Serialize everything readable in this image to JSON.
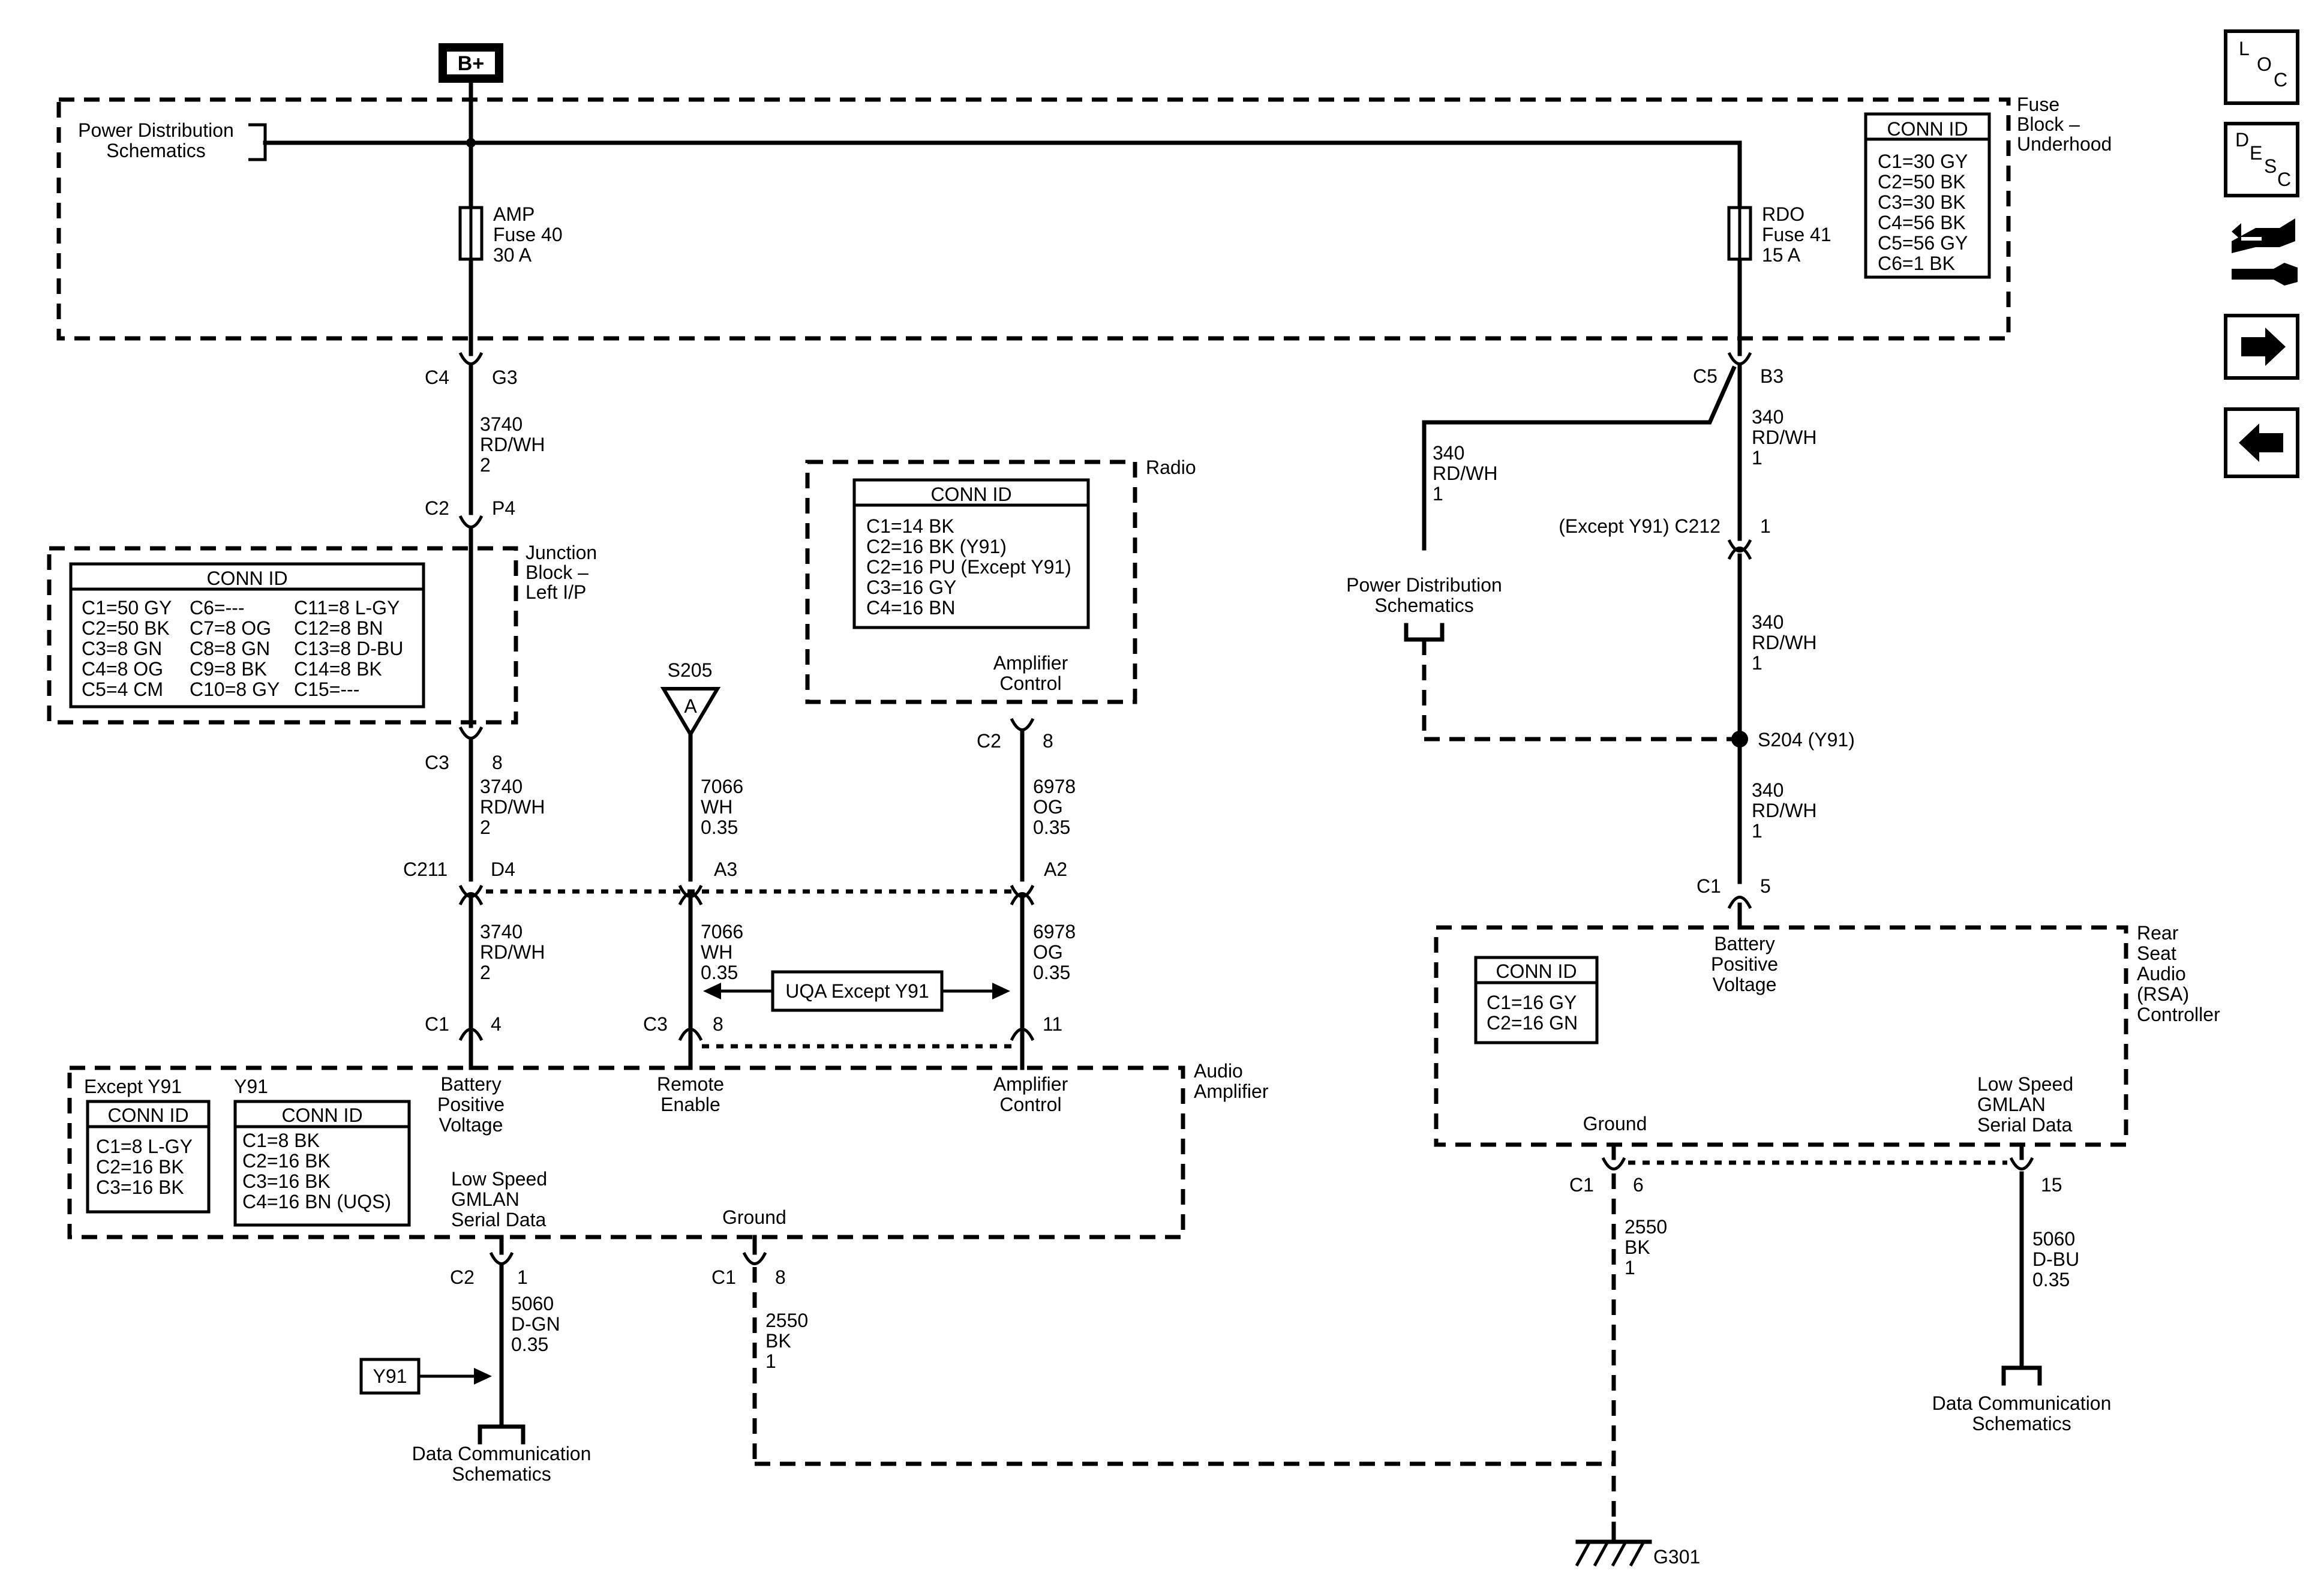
{
  "power": {
    "bplus": "B+"
  },
  "fuse_block": {
    "label": [
      "Fuse",
      "Block –",
      "Underhood"
    ],
    "pds": [
      "Power Distribution",
      "Schematics"
    ],
    "amp_fuse": [
      "AMP",
      "Fuse 40",
      "30 A"
    ],
    "rdo_fuse": [
      "RDO",
      "Fuse 41",
      "15 A"
    ],
    "conn_title": "CONN ID",
    "conn": [
      "C1=30 GY",
      "C2=50 BK",
      "C3=30 BK",
      "C4=56 BK",
      "C5=56 GY",
      "C6=1 BK"
    ]
  },
  "junction_block": {
    "label": [
      "Junction",
      "Block –",
      "Left I/P"
    ],
    "conn_title": "CONN ID",
    "col1": [
      "C1=50 GY",
      "C2=50 BK",
      "C3=8 GN",
      "C4=8 OG",
      "C5=4 CM"
    ],
    "col2": [
      "C6=---",
      "C7=8 OG",
      "C8=8 GN",
      "C9=8 BK",
      "C10=8 GY"
    ],
    "col3": [
      "C11=8 L-GY",
      "C12=8 BN",
      "C13=8 D-BU",
      "C14=8 BK",
      "C15=---"
    ]
  },
  "radio": {
    "label": "Radio",
    "conn_title": "CONN ID",
    "conn": [
      "C1=14 BK",
      "C2=16 BK (Y91)",
      "C2=16 PU (Except Y91)",
      "C3=16 GY",
      "C4=16 BN"
    ],
    "pin_label": [
      "Amplifier",
      "Control"
    ]
  },
  "amplifier": {
    "label": [
      "Audio",
      "Amplifier"
    ],
    "except_y91": "Except Y91",
    "y91": "Y91",
    "conn_title": "CONN ID",
    "conn_except": [
      "C1=8 L-GY",
      "C2=16 BK",
      "C3=16 BK"
    ],
    "conn_y91": [
      "C1=8 BK",
      "C2=16 BK",
      "C3=16 BK",
      "C4=16 BN (UQS)"
    ],
    "pin_batt": [
      "Battery",
      "Positive",
      "Voltage"
    ],
    "pin_remote": [
      "Remote",
      "Enable"
    ],
    "pin_ampctl": [
      "Amplifier",
      "Control"
    ],
    "pin_lsgm": [
      "Low Speed",
      "GMLAN",
      "Serial Data"
    ],
    "pin_ground": "Ground"
  },
  "rsa": {
    "label": [
      "Rear",
      "Seat",
      "Audio",
      "(RSA)",
      "Controller"
    ],
    "conn_title": "CONN ID",
    "conn": [
      "C1=16 GY",
      "C2=16 GN"
    ],
    "pin_batt": [
      "Battery",
      "Positive",
      "Voltage"
    ],
    "pin_ground": "Ground",
    "pin_lsgm": [
      "Low Speed",
      "GMLAN",
      "Serial Data"
    ]
  },
  "connectors": {
    "c4": "C4",
    "g3": "G3",
    "c2_p4": "C2",
    "p4": "P4",
    "c3_8": "C3",
    "n8": "8",
    "c211": "C211",
    "d4": "D4",
    "a3": "A3",
    "a2": "A2",
    "amp_c1": "C1",
    "n4": "4",
    "amp_c3": "C3",
    "n8b": "8",
    "n11": "11",
    "radio_c2": "C2",
    "radio_8": "8",
    "amp_c2": "C2",
    "n1": "1",
    "amp_c1g": "C1",
    "n8g": "8",
    "c5": "C5",
    "b3": "B3",
    "c212": "(Except Y91) C212",
    "c212_1": "1",
    "s204": "S204 (Y91)",
    "rsa_c1": "C1",
    "rsa_5": "5",
    "rsa_c1g": "C1",
    "rsa_6": "6",
    "rsa_15": "15",
    "s205": "S205",
    "s205_letter": "A",
    "g301": "G301"
  },
  "wires": {
    "w3740a": [
      "3740",
      "RD/WH",
      "2"
    ],
    "w3740b": [
      "3740",
      "RD/WH",
      "2"
    ],
    "w3740c": [
      "3740",
      "RD/WH",
      "2"
    ],
    "w7066a": [
      "7066",
      "WH",
      "0.35"
    ],
    "w7066b": [
      "7066",
      "WH",
      "0.35"
    ],
    "w6978a": [
      "6978",
      "OG",
      "0.35"
    ],
    "w6978b": [
      "6978",
      "OG",
      "0.35"
    ],
    "w340a": [
      "340",
      "RD/WH",
      "1"
    ],
    "w340b": [
      "340",
      "RD/WH",
      "1"
    ],
    "w340c": [
      "340",
      "RD/WH",
      "1"
    ],
    "w340d": [
      "340",
      "RD/WH",
      "1"
    ],
    "w5060a": [
      "5060",
      "D-GN",
      "0.35"
    ],
    "w2550a": [
      "2550",
      "BK",
      "1"
    ],
    "w2550b": [
      "2550",
      "BK",
      "1"
    ],
    "w5060b": [
      "5060",
      "D-BU",
      "0.35"
    ]
  },
  "misc": {
    "uqa": "UQA Except Y91",
    "y91_tag": "Y91",
    "pds_right": [
      "Power Distribution",
      "Schematics"
    ],
    "dcs_left": [
      "Data Communication",
      "Schematics"
    ],
    "dcs_right": [
      "Data Communication",
      "Schematics"
    ]
  },
  "side_buttons": {
    "loc": [
      "L",
      "O",
      "C"
    ],
    "desc": [
      "D",
      "E",
      "S",
      "C"
    ],
    "icons": [
      "loc-icon",
      "desc-icon",
      "connector-hand-icon",
      "arrow-right-icon",
      "arrow-left-icon"
    ]
  }
}
